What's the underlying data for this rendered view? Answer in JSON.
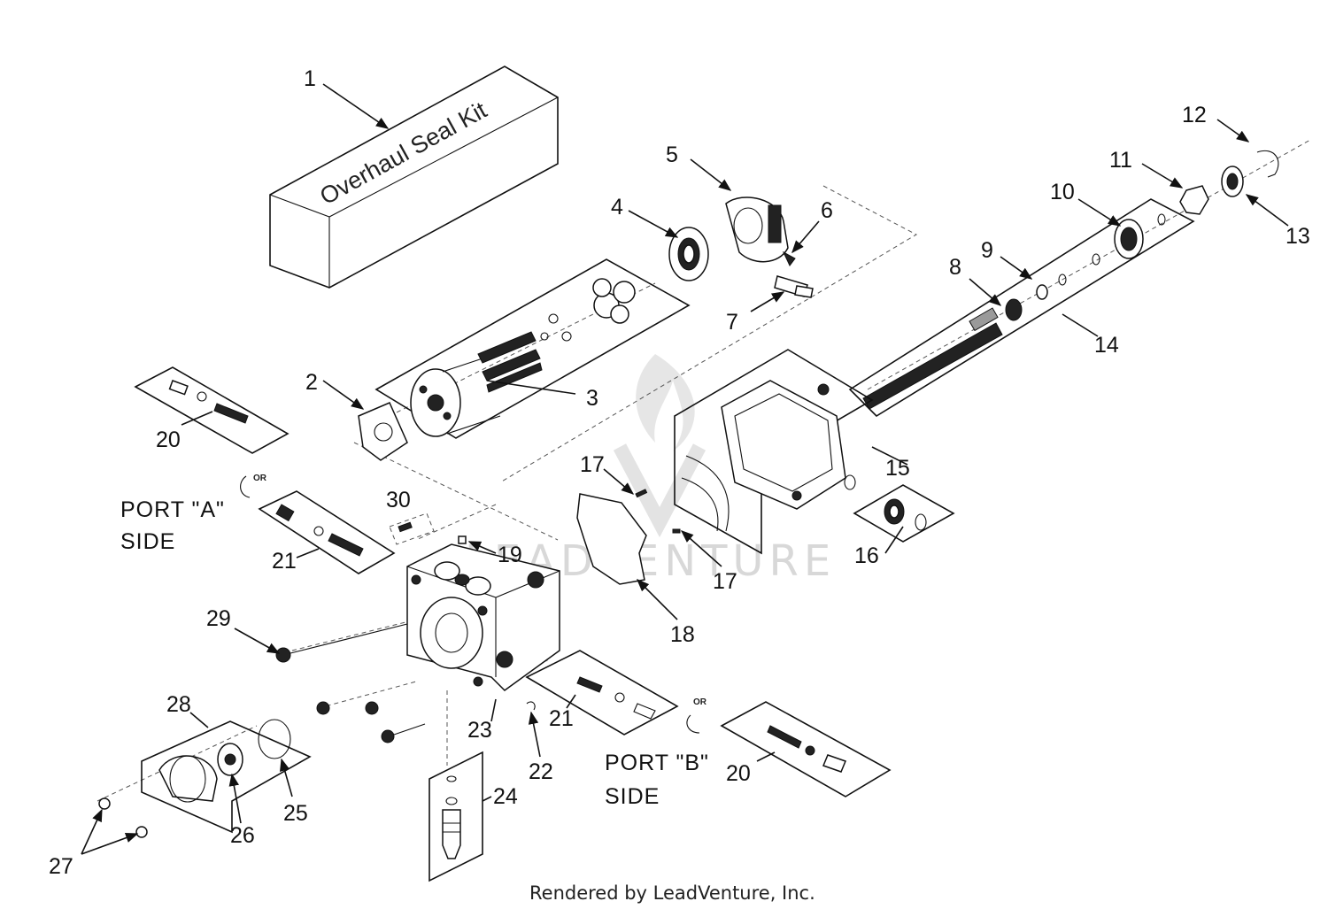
{
  "seal_kit_label": "Overhaul Seal Kit",
  "callouts": {
    "c1": "1",
    "c2": "2",
    "c3": "3",
    "c4": "4",
    "c5": "5",
    "c6": "6",
    "c7": "7",
    "c8": "8",
    "c9": "9",
    "c10": "10",
    "c11": "11",
    "c12": "12",
    "c13": "13",
    "c14": "14",
    "c15": "15",
    "c16": "16",
    "c17a": "17",
    "c17b": "17",
    "c18": "18",
    "c19": "19",
    "c20a": "20",
    "c20b": "20",
    "c21a": "21",
    "c21b": "21",
    "c22": "22",
    "c23": "23",
    "c24": "24",
    "c25": "25",
    "c26": "26",
    "c27": "27",
    "c28": "28",
    "c29": "29",
    "c30": "30"
  },
  "port_a": {
    "line1": "PORT \"A\"",
    "line2": "SIDE"
  },
  "port_b": {
    "line1": "PORT \"B\"",
    "line2": "SIDE"
  },
  "or_label_a": "OR",
  "or_label_b": "OR",
  "watermark": "LEADVENTURE",
  "footer": "Rendered by LeadVenture, Inc."
}
